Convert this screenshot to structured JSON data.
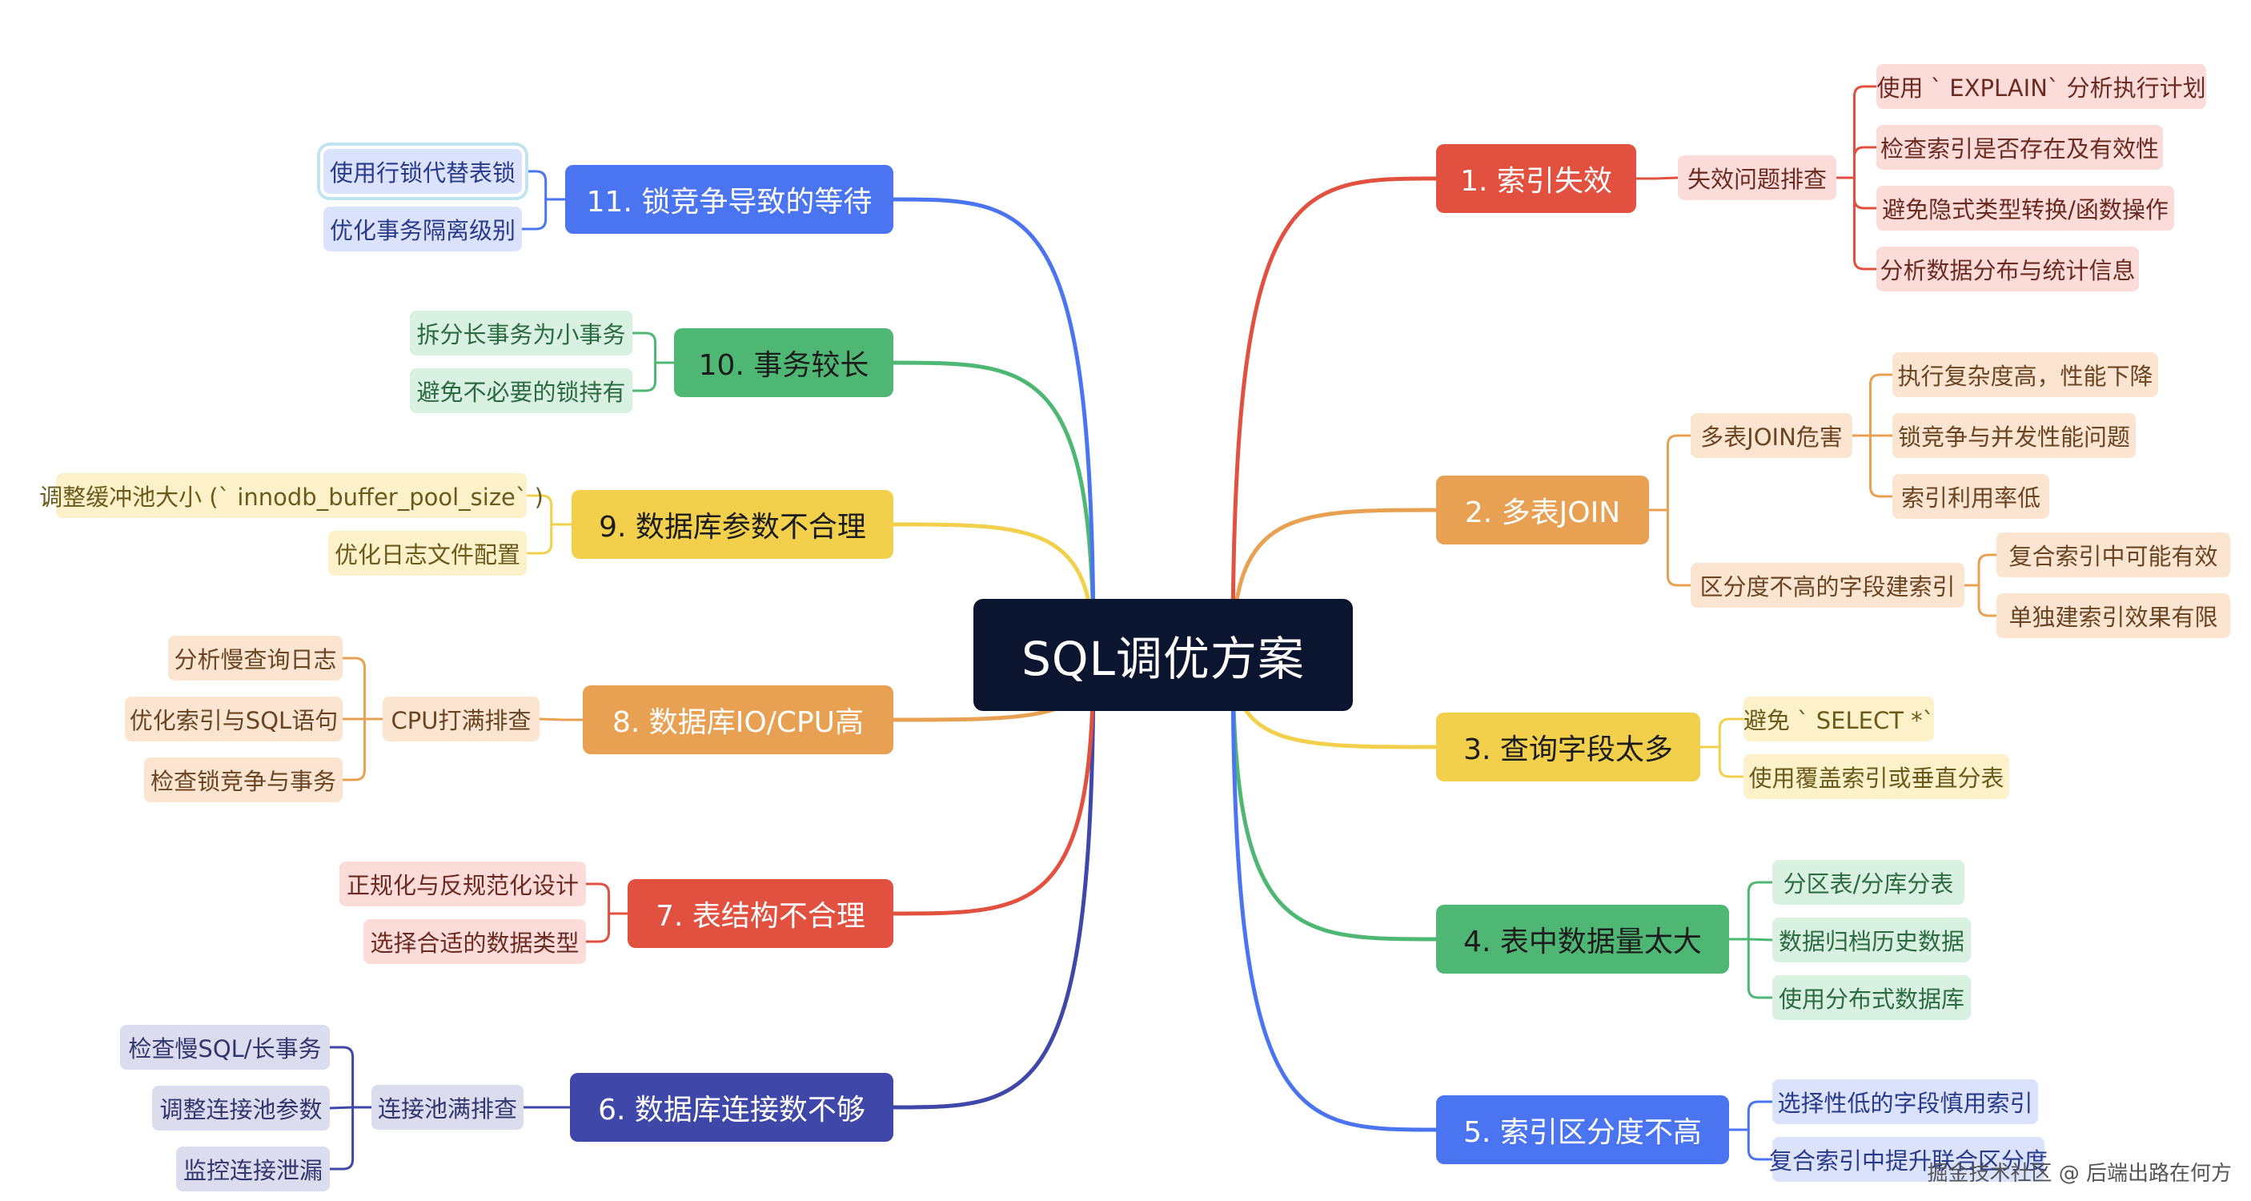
{
  "root": {
    "label": "SQL调优方案"
  },
  "colors": {
    "red": "#e2503f",
    "orange": "#e8a052",
    "yellow": "#f2d04b",
    "green": "#4fb774",
    "blue": "#4a74f0",
    "indigo": "#3f47a8",
    "leaf_red": "#fbdcd9",
    "leaf_orange": "#fbe5d0",
    "leaf_yellow": "#fcf1c9",
    "leaf_green": "#d9f1e1",
    "leaf_blue": "#dbe3fc",
    "leaf_indigo": "#dcdcef"
  },
  "branches": [
    {
      "id": "b1",
      "label": "1. 索引失效",
      "color": "red",
      "sub": {
        "label": "失效问题排查",
        "leaves": [
          "使用 ` EXPLAIN` 分析执行计划",
          "检查索引是否存在及有效性",
          "避免隐式类型转换/函数操作",
          "分析数据分布与统计信息"
        ]
      }
    },
    {
      "id": "b2",
      "label": "2. 多表JOIN",
      "color": "orange",
      "subs": [
        {
          "label": "多表JOIN危害",
          "leaves": [
            "执行复杂度高，性能下降",
            "锁竞争与并发性能问题",
            "索引利用率低"
          ]
        },
        {
          "label": "区分度不高的字段建索引",
          "leaves": [
            "复合索引中可能有效",
            "单独建索引效果有限"
          ]
        }
      ]
    },
    {
      "id": "b3",
      "label": "3. 查询字段太多",
      "color": "yellow",
      "leaves": [
        "避免 ` SELECT *`",
        "使用覆盖索引或垂直分表"
      ]
    },
    {
      "id": "b4",
      "label": "4. 表中数据量太大",
      "color": "green",
      "leaves": [
        "分区表/分库分表",
        "数据归档历史数据",
        "使用分布式数据库"
      ]
    },
    {
      "id": "b5",
      "label": "5. 索引区分度不高",
      "color": "blue",
      "leaves": [
        "选择性低的字段慎用索引",
        "复合索引中提升联合区分度"
      ]
    },
    {
      "id": "b6",
      "label": "6. 数据库连接数不够",
      "color": "indigo",
      "sub": {
        "label": "连接池满排查",
        "leaves": [
          "检查慢SQL/长事务",
          "调整连接池参数",
          "监控连接泄漏"
        ]
      }
    },
    {
      "id": "b7",
      "label": "7. 表结构不合理",
      "color": "red",
      "leaves": [
        "正规化与反规范化设计",
        "选择合适的数据类型"
      ]
    },
    {
      "id": "b8",
      "label": "8. 数据库IO/CPU高",
      "color": "orange",
      "sub": {
        "label": "CPU打满排查",
        "leaves": [
          "分析慢查询日志",
          "优化索引与SQL语句",
          "检查锁竞争与事务"
        ]
      }
    },
    {
      "id": "b9",
      "label": "9. 数据库参数不合理",
      "color": "yellow",
      "leaves": [
        "调整缓冲池大小 (` innodb_buffer_pool_size` )",
        "优化日志文件配置"
      ]
    },
    {
      "id": "b10",
      "label": "10. 事务较长",
      "color": "green",
      "leaves": [
        "拆分长事务为小事务",
        "避免不必要的锁持有"
      ]
    },
    {
      "id": "b11",
      "label": "11. 锁竞争导致的等待",
      "color": "blue",
      "leaves": [
        "使用行锁代替表锁",
        "优化事务隔离级别"
      ]
    }
  ],
  "watermark": "掘金技术社区 @ 后端出路在何方"
}
